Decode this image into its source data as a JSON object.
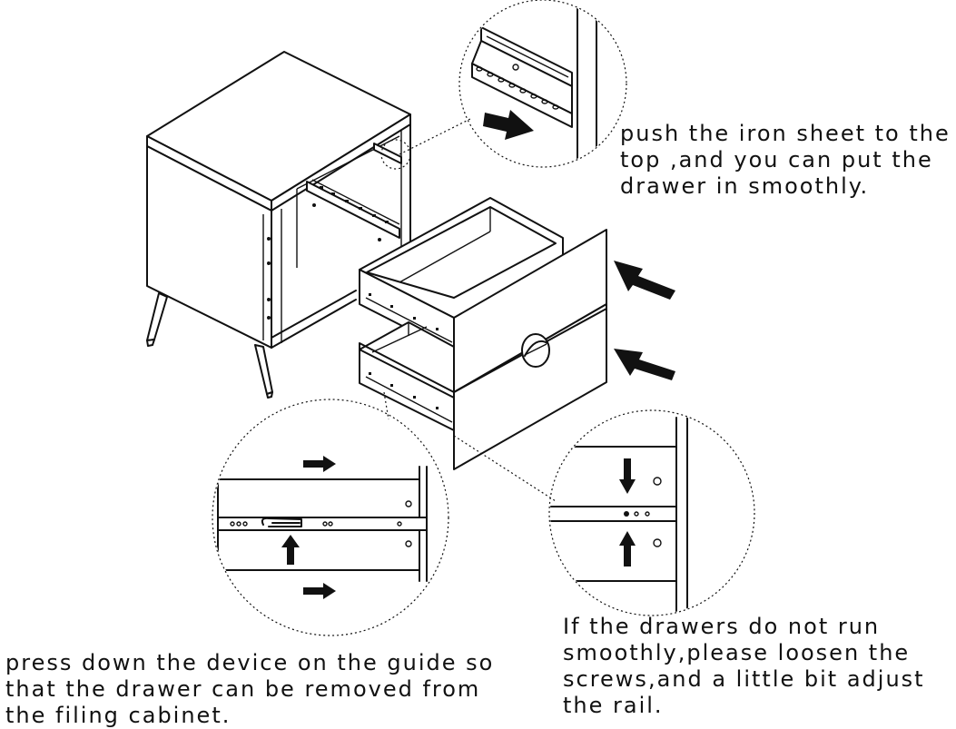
{
  "captions": {
    "top_right": "push the iron sheet to the top ,and you can put the drawer in smoothly.",
    "bottom_right": "If the drawers do not run smoothly,please loosen the screws,and a little bit adjust the rail.",
    "bottom_left": "press down the device on the guide so that the drawer can be removed from the filing cabinet."
  },
  "colors": {
    "line": "#111111",
    "background": "#ffffff"
  },
  "icons": [
    "arrow-icon",
    "detail-callout"
  ]
}
